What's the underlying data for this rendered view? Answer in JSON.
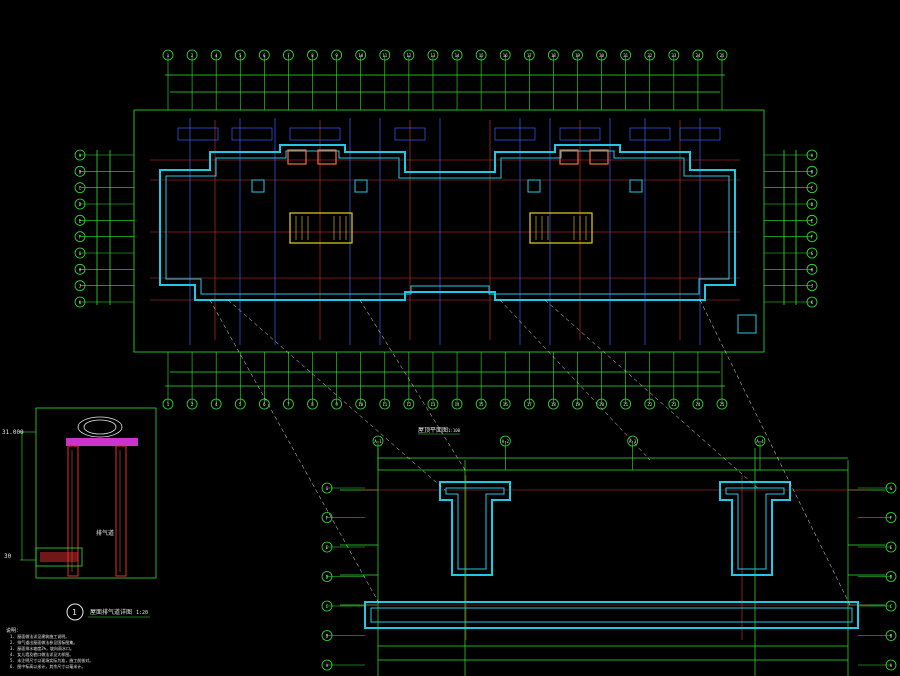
{
  "colors": {
    "background": "#000000",
    "dimension": "#2ee82e",
    "wall": "#20c8e8",
    "axis": "#e03030",
    "detail": "#3a5cff",
    "stair": "#e8d020",
    "text": "#e8e8e8",
    "hatch": "#ff40ff"
  },
  "plan": {
    "top_axes": [
      "1",
      "2",
      "4",
      "5",
      "6",
      "7",
      "8",
      "9",
      "10",
      "11",
      "12",
      "13",
      "14",
      "15",
      "16",
      "17",
      "18",
      "19",
      "20",
      "21",
      "22",
      "23",
      "24",
      "25"
    ],
    "left_axes": [
      "A",
      "B",
      "C",
      "D",
      "E",
      "F",
      "G",
      "H",
      "J",
      "K"
    ],
    "right_axes": [
      "A",
      "B",
      "C",
      "D",
      "E",
      "F",
      "G",
      "H",
      "J",
      "K"
    ],
    "bottom_axes": [
      "1",
      "2",
      "4",
      "5",
      "6",
      "7",
      "8",
      "9",
      "10",
      "11",
      "12",
      "13",
      "14",
      "15",
      "16",
      "17",
      "18",
      "19",
      "20",
      "21",
      "22",
      "23",
      "24",
      "25"
    ]
  },
  "detail": {
    "number": "1",
    "title": "屋面排气道详图",
    "scale": "1:20",
    "level_top": "31.000",
    "level_bottom": "30",
    "label": "排气道"
  },
  "roof_plan": {
    "title": "屋顶平面图",
    "scale": "1:100",
    "top_axes": [
      "A-1",
      "A-2",
      "A-3",
      "A-4"
    ],
    "side_axes": [
      "G",
      "F",
      "E",
      "D",
      "C",
      "B",
      "A"
    ]
  },
  "notes": {
    "header": "说明：",
    "lines": [
      "1. 屋面做法详见建筑施工说明。",
      "2. 排气道出屋面做法参见国标图集。",
      "3. 屋面排水坡度2%，坡向雨水口。",
      "4. 女儿墙及檐口做法详见大样图。",
      "5. 未注明尺寸以现场实际为准，施工前核对。",
      "6. 图中标高以米计，其余尺寸以毫米计。"
    ]
  }
}
